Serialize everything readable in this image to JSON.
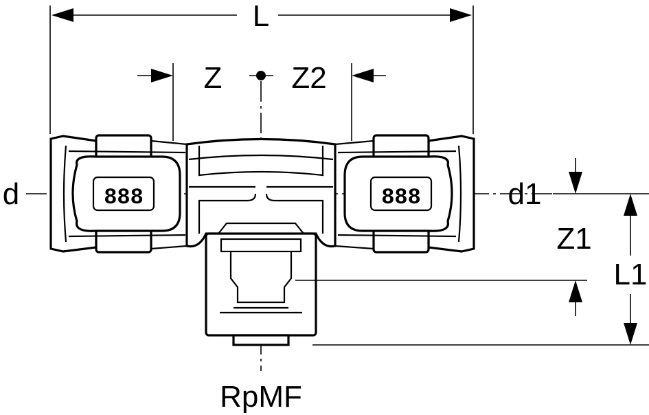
{
  "drawing": {
    "labels": {
      "L": "L",
      "Z": "Z",
      "Z2": "Z2",
      "d": "d",
      "d1": "d1",
      "Z1": "Z1",
      "L1": "L1",
      "RpMF": "RpMF"
    },
    "sensor_markings": {
      "left": "888",
      "right": "888"
    },
    "colors": {
      "line": "#000000",
      "background": "#ffffff"
    }
  }
}
